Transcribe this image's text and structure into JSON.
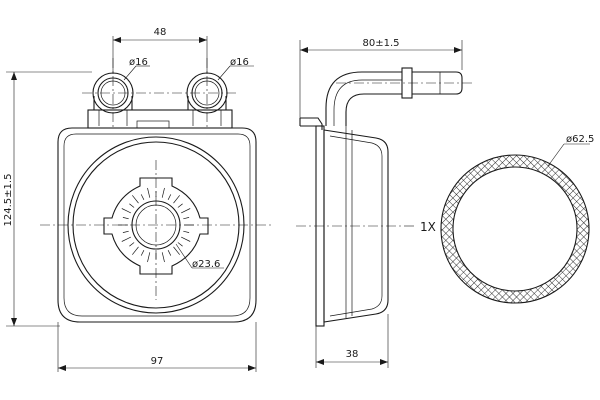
{
  "dimensions": {
    "top_width": "48",
    "port_left_dia": "ø16",
    "port_right_dia": "ø16",
    "height": "124.5±1.5",
    "bottom_width": "97",
    "center_hole_dia": "ø23.6",
    "side_width": "80±1.5",
    "side_depth": "38",
    "ring_dia": "ø62.5"
  },
  "quantity_label": "1X"
}
